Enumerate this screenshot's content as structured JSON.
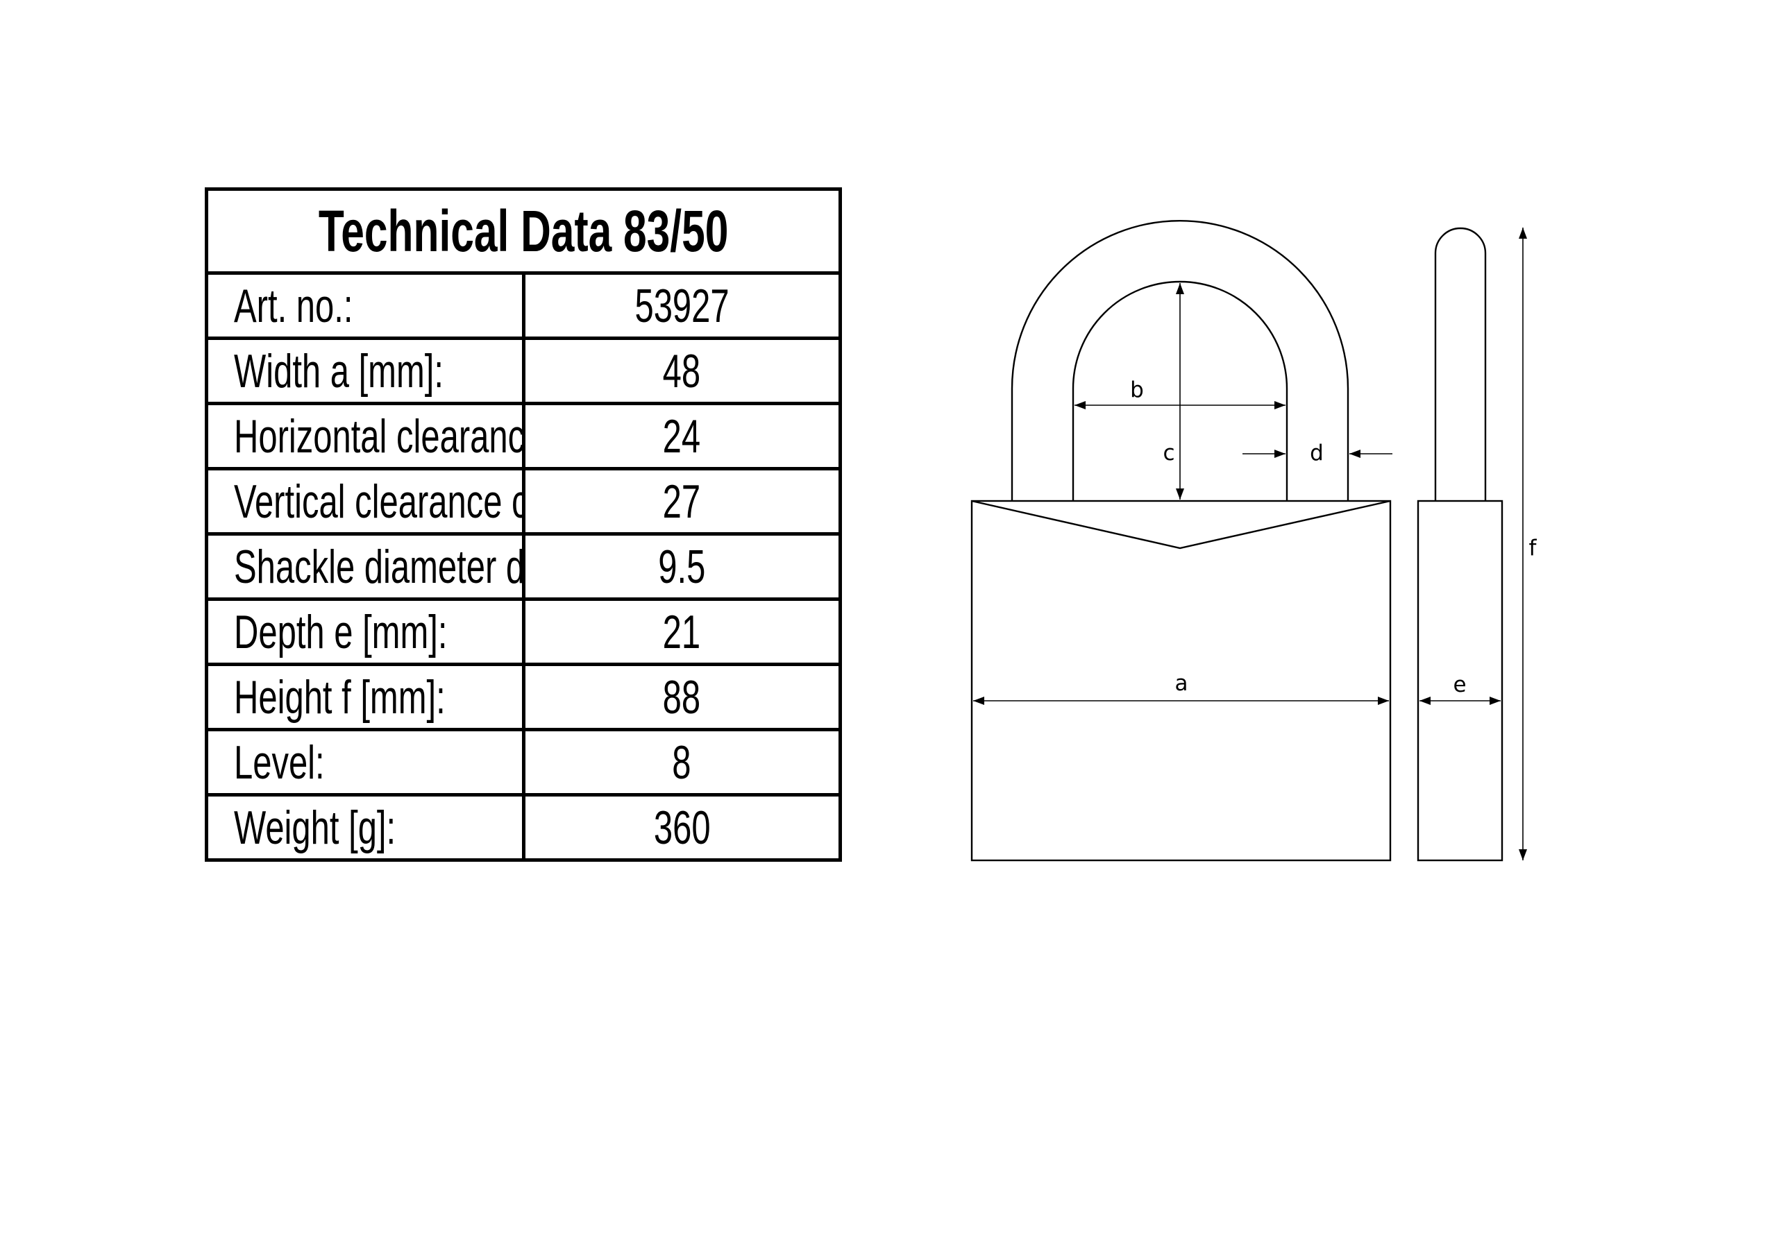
{
  "table": {
    "title": "Technical Data 83/50",
    "rows": [
      {
        "label": "Art. no.:",
        "value": "53927"
      },
      {
        "label": "Width a [mm]:",
        "value": "48"
      },
      {
        "label": "Horizontal clearance b [mm]:",
        "value": "24"
      },
      {
        "label": "Vertical clearance c [mm]:",
        "value": "27"
      },
      {
        "label": "Shackle diameter d [mm]:",
        "value": "9.5"
      },
      {
        "label": "Depth e [mm]:",
        "value": "21"
      },
      {
        "label": "Height f [mm]:",
        "value": "88"
      },
      {
        "label": "Level:",
        "value": "8"
      },
      {
        "label": "Weight [g]:",
        "value": "360"
      }
    ]
  },
  "diagram": {
    "labels": {
      "a": "a",
      "b": "b",
      "c": "c",
      "d": "d",
      "e": "e",
      "f": "f"
    }
  }
}
